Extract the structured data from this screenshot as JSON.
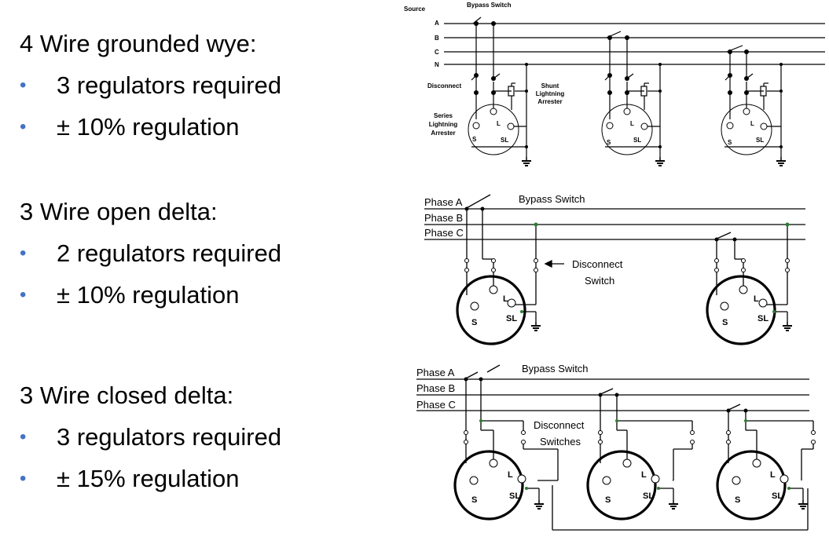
{
  "sections": [
    {
      "heading": "4 Wire grounded wye:",
      "bullets": [
        "3 regulators required",
        "± 10% regulation"
      ]
    },
    {
      "heading": "3 Wire open delta:",
      "bullets": [
        "2 regulators required",
        "± 10% regulation"
      ]
    },
    {
      "heading": "3 Wire closed delta:",
      "bullets": [
        "3 regulators required",
        "± 15% regulation"
      ]
    }
  ],
  "diagram1": {
    "source": "Source",
    "bypass_switch": "Bypass Switch",
    "phase_a": "A",
    "phase_b": "B",
    "phase_c": "C",
    "neutral": "N",
    "disconnect": "Disconnect",
    "shunt_arrester": [
      "Shunt",
      "Lightning",
      "Arrester"
    ],
    "series_arrester": [
      "Series",
      "Lightning",
      "Arrester"
    ],
    "terminal_s": "S",
    "terminal_l": "L",
    "terminal_sl": "SL"
  },
  "diagram2": {
    "phase_a": "Phase A",
    "phase_b": "Phase B",
    "phase_c": "Phase C",
    "bypass_switch": "Bypass Switch",
    "disconnect_switch": [
      "Disconnect",
      "Switch"
    ],
    "terminal_s": "S",
    "terminal_l": "L",
    "terminal_sl": "SL"
  },
  "diagram3": {
    "phase_a": "Phase A",
    "phase_b": "Phase B",
    "phase_c": "Phase C",
    "bypass_switch": "Bypass Switch",
    "disconnect_switches": [
      "Disconnect",
      "Switches"
    ],
    "terminal_s": "S",
    "terminal_l": "L",
    "terminal_sl": "SL"
  },
  "colors": {
    "bullet": "#4472C4",
    "junction": "#2e7d32"
  }
}
